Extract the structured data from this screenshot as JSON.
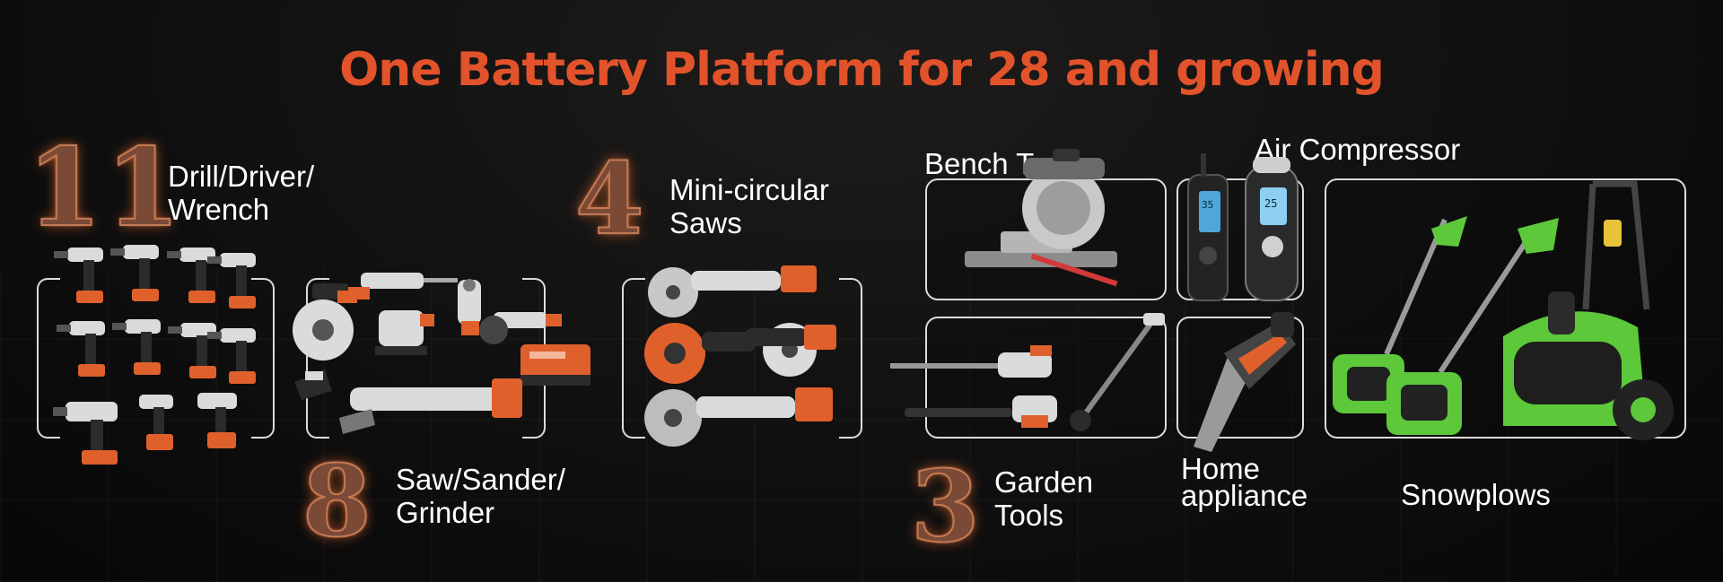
{
  "title": "One Battery Platform for 28 and growing",
  "categories": {
    "drill": {
      "count": "11",
      "label_line1": "Drill/Driver/",
      "label_line2": "Wrench"
    },
    "saw": {
      "count": "8",
      "label_line1": "Saw/Sander/",
      "label_line2": "Grinder"
    },
    "circular": {
      "count": "4",
      "label_line1": "Mini-circular",
      "label_line2": "Saws"
    },
    "bench": {
      "label": "Bench Tools"
    },
    "air": {
      "label": "Air Compressor"
    },
    "garden": {
      "count": "3",
      "label_line1": "Garden",
      "label_line2": "Tools"
    },
    "home": {
      "label_line1": "Home",
      "label_line2": "appliance"
    },
    "snow": {
      "label": "Snowplows"
    }
  },
  "compressor_readouts": [
    "35",
    "25"
  ],
  "colors": {
    "title": "#e2532b",
    "tool_orange": "#e0602c",
    "tool_grey": "#d9dbdd",
    "tool_dark": "#2b2b2b",
    "snow_green": "#5cc83a",
    "digit_glow": "#e07a3f"
  }
}
